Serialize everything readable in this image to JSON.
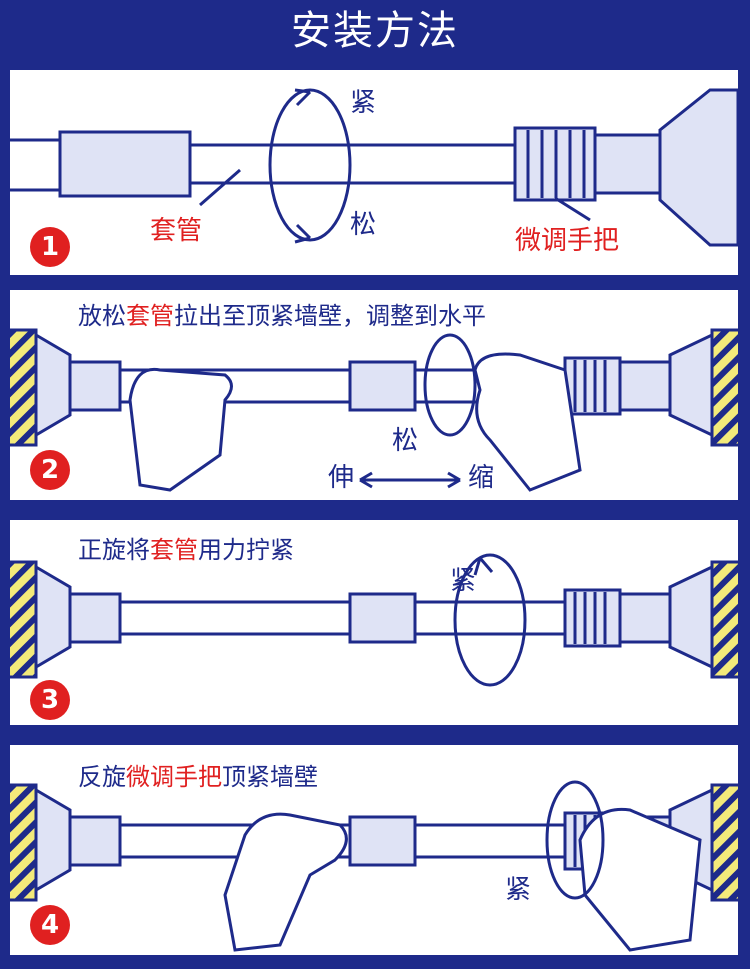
{
  "title": "安装方法",
  "colors": {
    "navy": "#1e2a8a",
    "red": "#e02020",
    "tube": "#dfe3f5",
    "stripe": "#f3ea7a"
  },
  "step1": {
    "num": "1",
    "sleeve": "套管",
    "tight": "紧",
    "loose": "松",
    "handle": "微调手把"
  },
  "step2": {
    "num": "2",
    "t1": "放松",
    "t2": "套管",
    "t3": "拉出至顶紧墙壁，调整到水平",
    "loose": "松",
    "extend": "伸",
    "shrink": "缩"
  },
  "step3": {
    "num": "3",
    "t1": "正旋将",
    "t2": "套管",
    "t3": "用力拧紧",
    "tight": "紧"
  },
  "step4": {
    "num": "4",
    "t1": "反旋",
    "t2": "微调手把",
    "t3": "顶紧墙壁",
    "tight": "紧"
  }
}
